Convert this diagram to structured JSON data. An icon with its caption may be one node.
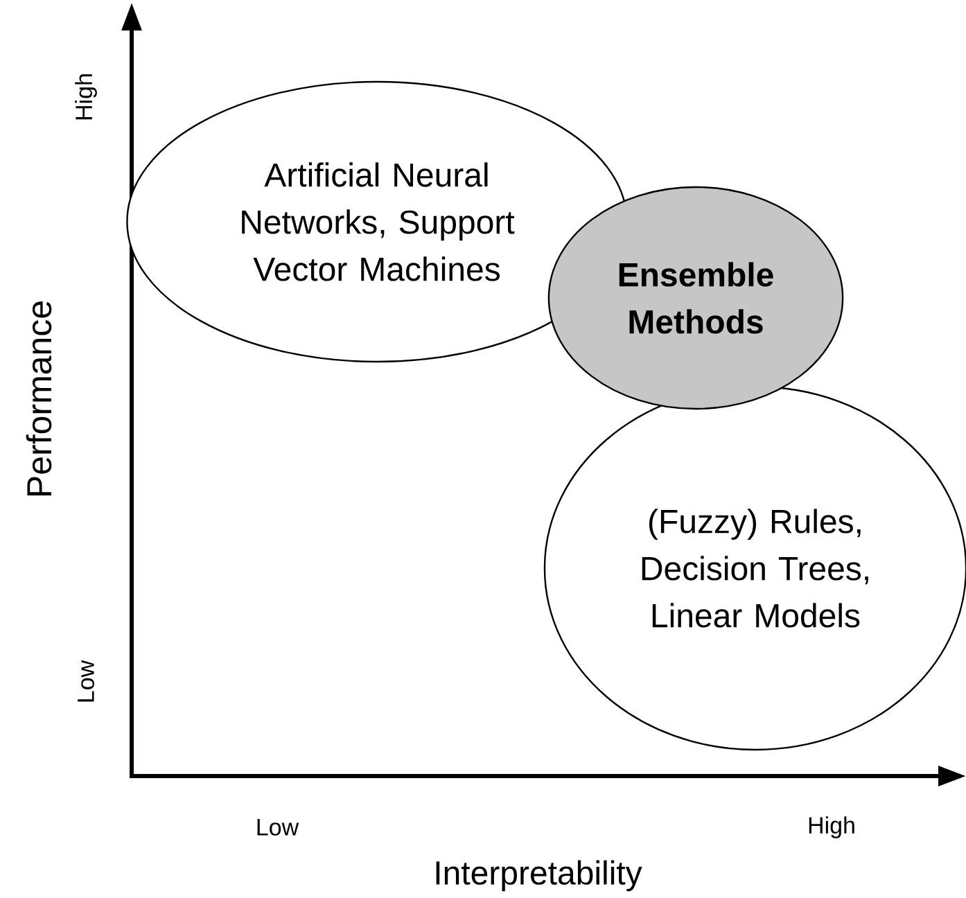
{
  "diagram": {
    "nodes": [
      {
        "text": [
          "Artificial Neural Networks, Support Vector Machines"
        ]
      },
      {
        "text": [
          "(Fuzzy) Rules, Decision Trees, Linear Models"
        ]
      },
      {
        "text": [
          "Ensemble Methods"
        ]
      }
    ],
    "labels": [
      "High",
      "Performance",
      "Low",
      "Low",
      "High",
      "Interpretability"
    ]
  }
}
